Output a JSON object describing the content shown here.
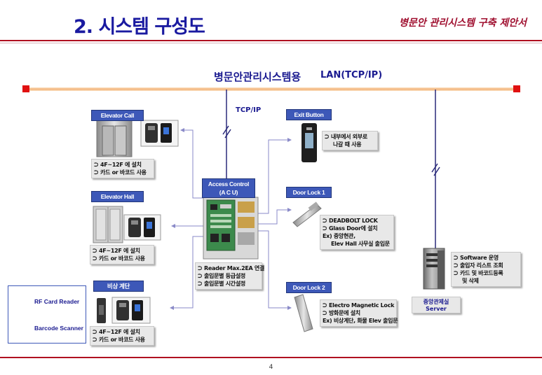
{
  "header": {
    "title": "2. 시스템 구성도",
    "subtitle": "병문안 관리시스템 구축 제안서"
  },
  "lan": {
    "korean": "병문안관리시스템용",
    "protocol": "LAN(TCP/IP)"
  },
  "tcp_label": "TCP/IP",
  "elevator_call": {
    "title": "Elevator Call",
    "notes": [
      "4F~12F 에 설치",
      "카드 or 바코드 사용"
    ]
  },
  "elevator_hall": {
    "title": "Elevator Hall",
    "notes": [
      "4F~12F 에 설치",
      "카드 or 바코드 사용"
    ]
  },
  "emergency_stairs": {
    "title": "비상 계단",
    "notes": [
      "4F~12F 에 설치",
      "카드 or 바코드 사용"
    ]
  },
  "acu": {
    "title_line1": "Access Control",
    "title_line2": "(A C U)",
    "notes": [
      "Reader Max.2EA 연결",
      "출입문별 등급설정",
      "출입문별 시간설정"
    ]
  },
  "exit_button": {
    "title": "Exit Button",
    "notes": [
      "내부에서 외부로",
      "나갈 때 사용"
    ]
  },
  "door_lock_1": {
    "title": "Door Lock 1",
    "notes": [
      "DEADBOLT LOCK",
      "Glass Door에 설치",
      "Ex) 중앙현관,",
      "Elev Hall 사무실 출입문"
    ]
  },
  "door_lock_2": {
    "title": "Door Lock 2",
    "notes": [
      "Electro Magnetic Lock",
      "방화문에 설치",
      "Ex) 비상계단, 화물 Elev 출입문"
    ]
  },
  "server": {
    "label_line1": "중앙관제실",
    "label_line2": "Server",
    "notes": [
      "Software 운영",
      "출입자 리스트 조회",
      "카드 및 바코드등록",
      "및 삭제"
    ]
  },
  "legend": {
    "rf_reader": "RF Card Reader",
    "barcode_scanner": "Barcode Scanner"
  },
  "page_number": "4",
  "colors": {
    "title_blue": "#1a1aa0",
    "accent_red": "#b01020",
    "box_blue": "#3d58b8",
    "lan_bar": "#f4c89a"
  }
}
